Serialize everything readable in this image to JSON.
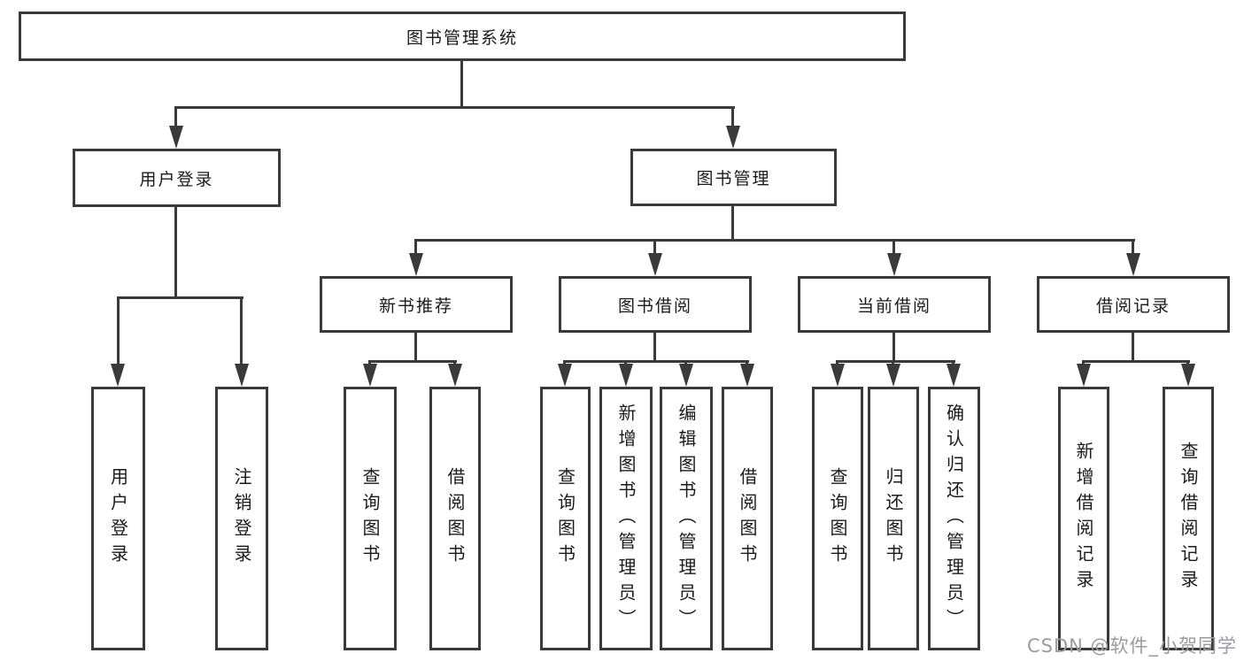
{
  "colors": {
    "background": "#ffffff",
    "line": "#3a3a3a",
    "text": "#1a1a1a",
    "watermark": "#9a9aa2"
  },
  "tree": {
    "root": {
      "label": "图书管理系统",
      "children": [
        {
          "label": "用户登录",
          "children": [
            {
              "label": "用户登录"
            },
            {
              "label": "注销登录"
            }
          ]
        },
        {
          "label": "图书管理",
          "children": [
            {
              "label": "新书推荐",
              "children": [
                {
                  "label": "查询图书"
                },
                {
                  "label": "借阅图书"
                }
              ]
            },
            {
              "label": "图书借阅",
              "children": [
                {
                  "label": "查询图书"
                },
                {
                  "label": "新增图书（管理员）"
                },
                {
                  "label": "编辑图书（管理员）"
                },
                {
                  "label": "借阅图书"
                }
              ]
            },
            {
              "label": "当前借阅",
              "children": [
                {
                  "label": "查询图书"
                },
                {
                  "label": "归还图书"
                },
                {
                  "label": "确认归还（管理员）"
                }
              ]
            },
            {
              "label": "借阅记录",
              "children": [
                {
                  "label": "新增借阅记录"
                },
                {
                  "label": "查询借阅记录"
                }
              ]
            }
          ]
        }
      ]
    }
  },
  "watermark": {
    "text": "CSDN @软件_小贺同学"
  }
}
